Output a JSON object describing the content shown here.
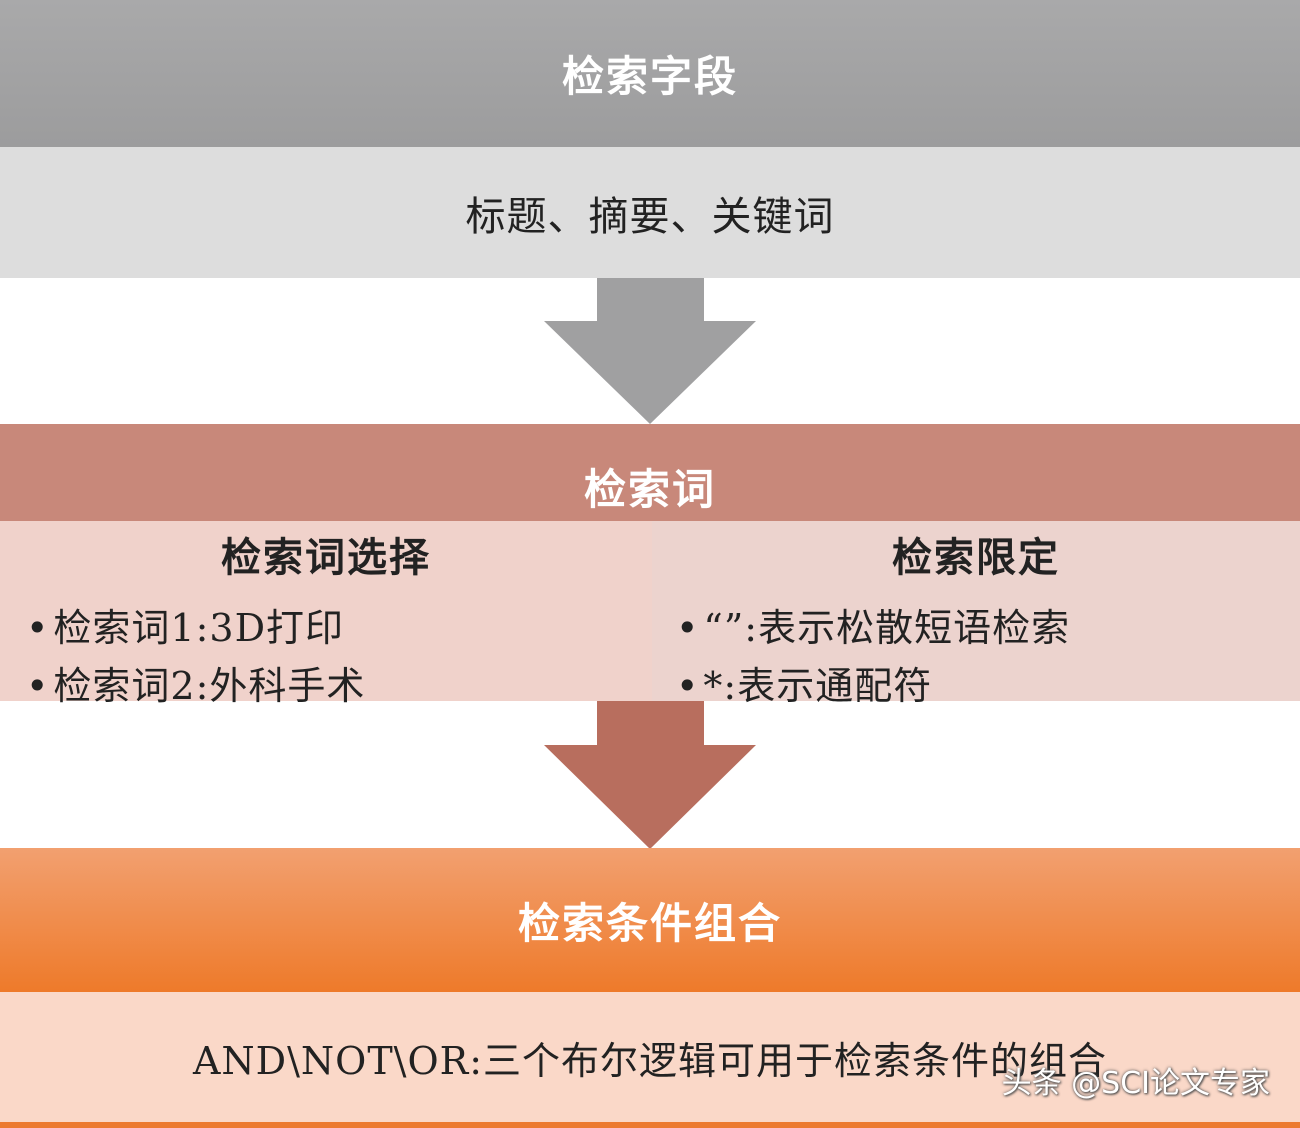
{
  "colors": {
    "stage1": "#a3a3a4",
    "stage1_body": "#dddddd",
    "stage2": "#c8887a",
    "stage2_body": "#efd1ca",
    "stage3": "#ee7a2a",
    "stage3_body": "#fad8c8",
    "arrow1": "#a0a0a1",
    "arrow2": "#b86e5e"
  },
  "stage1": {
    "title": "检索字段",
    "content": "标题、摘要、关键词"
  },
  "stage2": {
    "title": "检索词",
    "left": {
      "title": "检索词选择",
      "items": [
        "检索词1:3D打印",
        "检索词2:外科手术"
      ]
    },
    "right": {
      "title": "检索限定",
      "items": [
        "“”:表示松散短语检索",
        "*:表示通配符"
      ]
    }
  },
  "stage3": {
    "title": "检索条件组合",
    "content": "AND\\NOT\\OR:三个布尔逻辑可用于检索条件的组合"
  },
  "bullet_symbol": "•",
  "watermark": "头条 @SCI论文专家",
  "icons": {
    "arrow1": "down-arrow-icon",
    "arrow2": "down-arrow-icon"
  }
}
